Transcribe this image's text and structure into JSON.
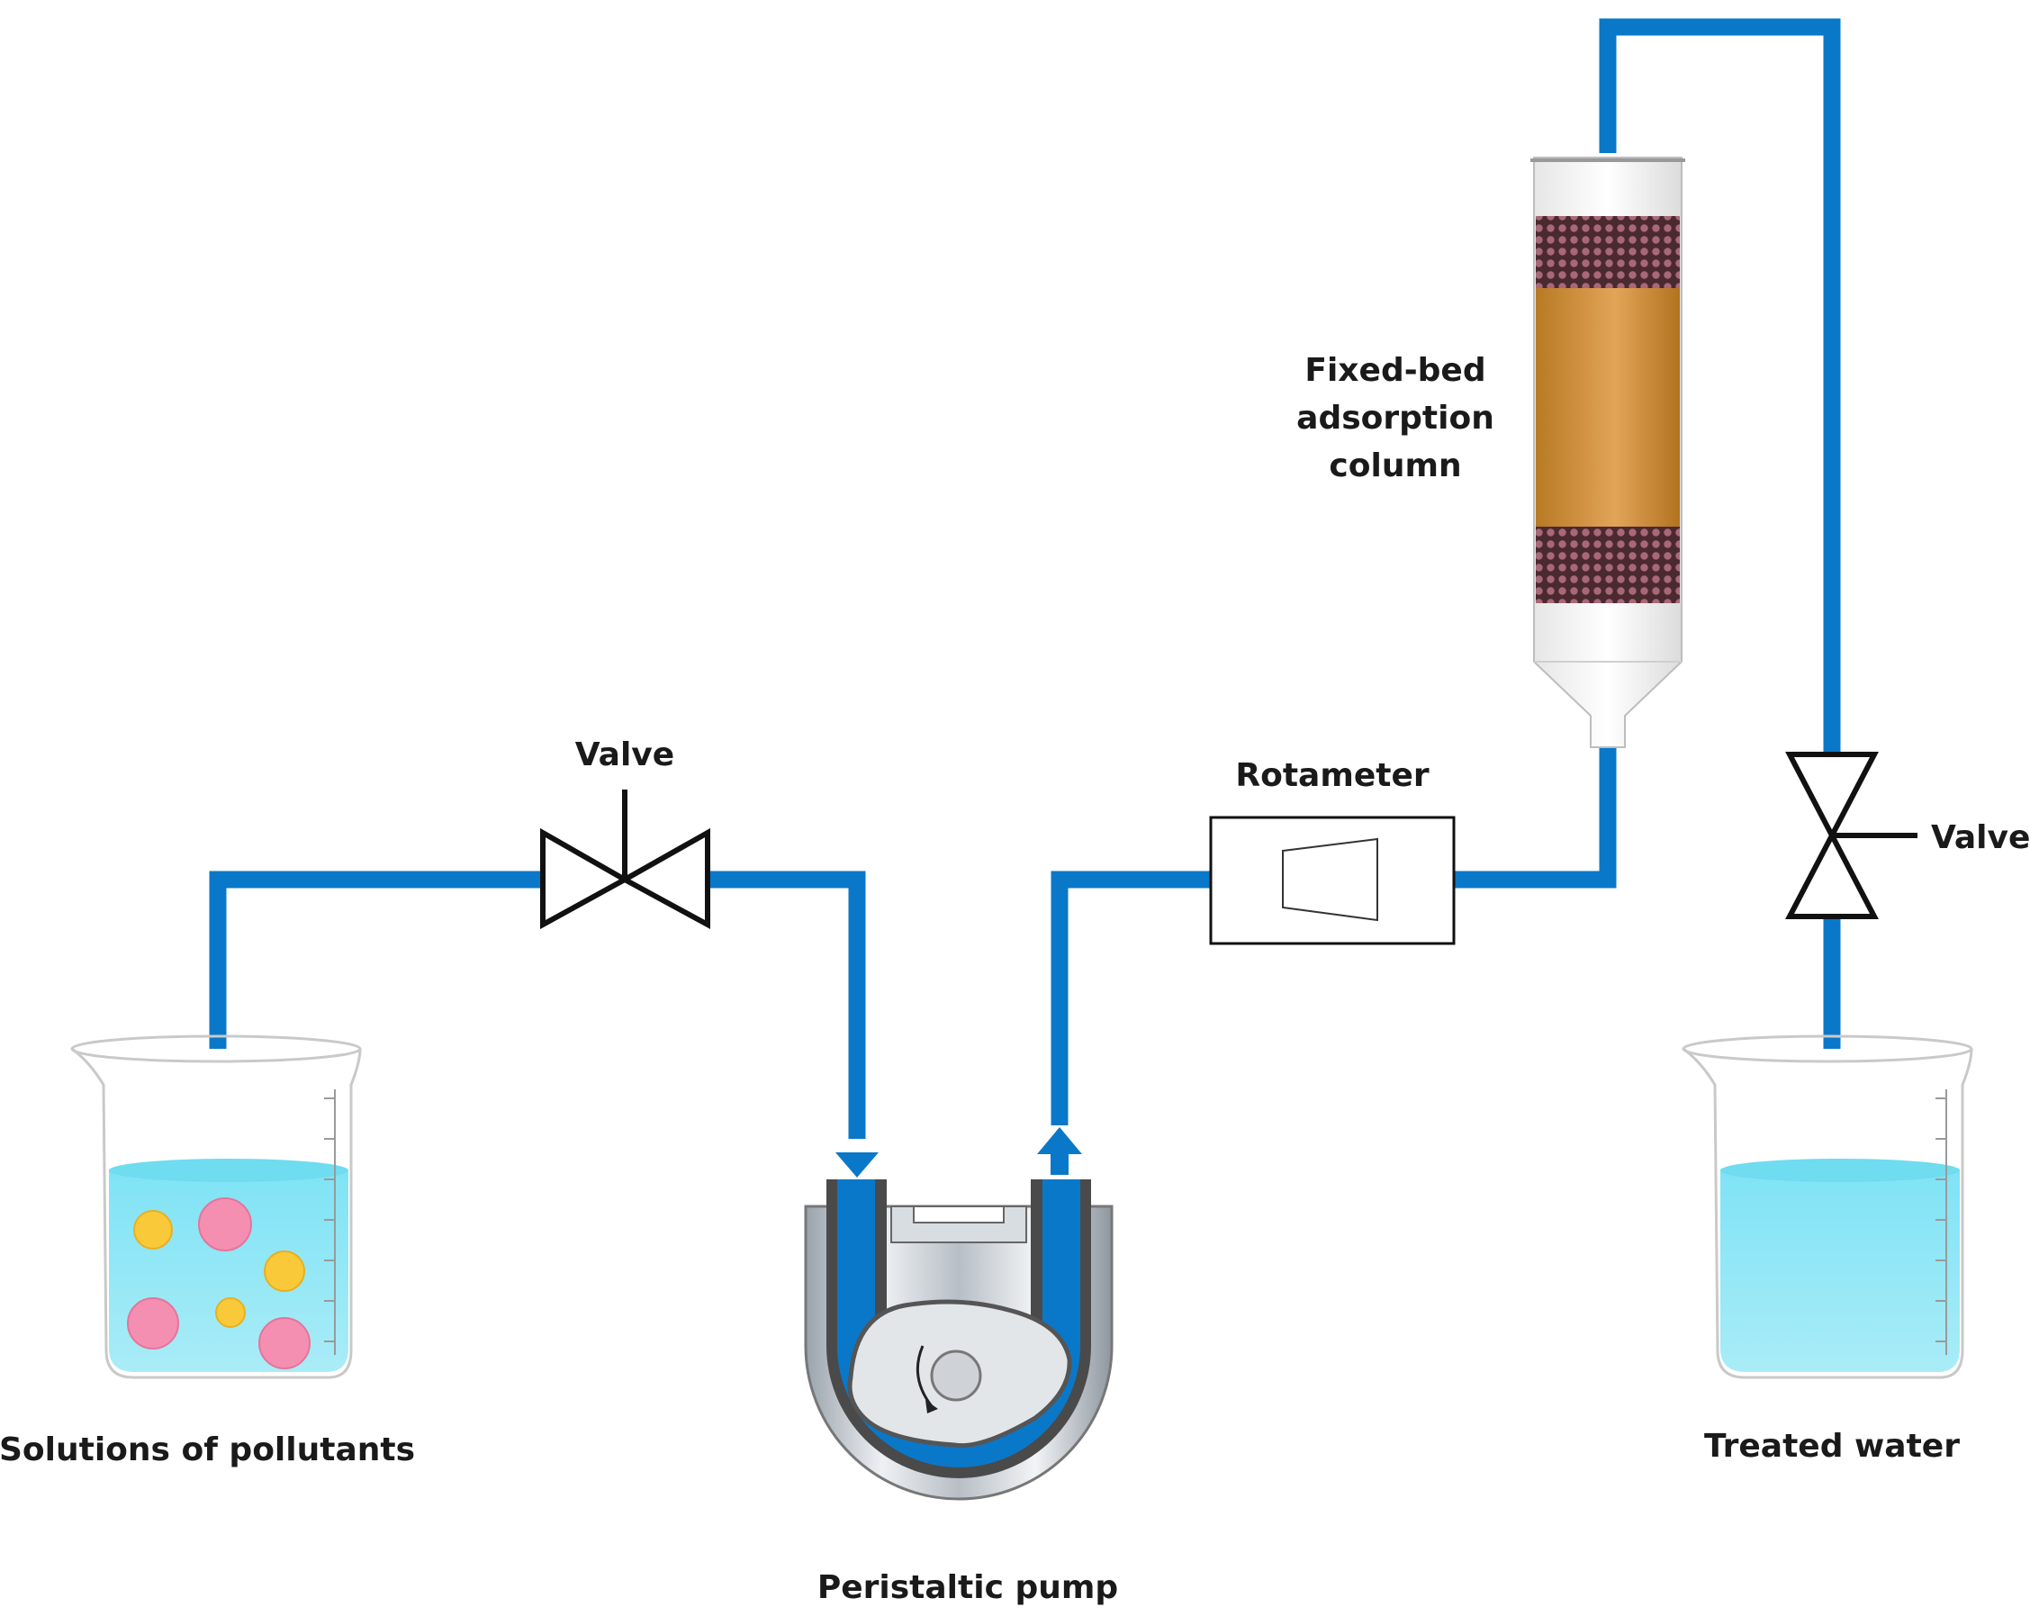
{
  "labels": {
    "valve_left": "Valve",
    "rotameter": "Rotameter",
    "column_line1": "Fixed-bed",
    "column_line2": "adsorption",
    "column_line3": "column",
    "valve_right": "Valve",
    "source_beaker": "Solutions of pollutants",
    "pump": "Peristaltic pump",
    "product_beaker": "Treated water"
  },
  "colors": {
    "pipe": "#0a78c8",
    "water": "#7ee0f2",
    "pollutant_pink": "#f48fb1",
    "pollutant_yellow": "#f9c93a",
    "adsorbent": "#c8892e"
  }
}
